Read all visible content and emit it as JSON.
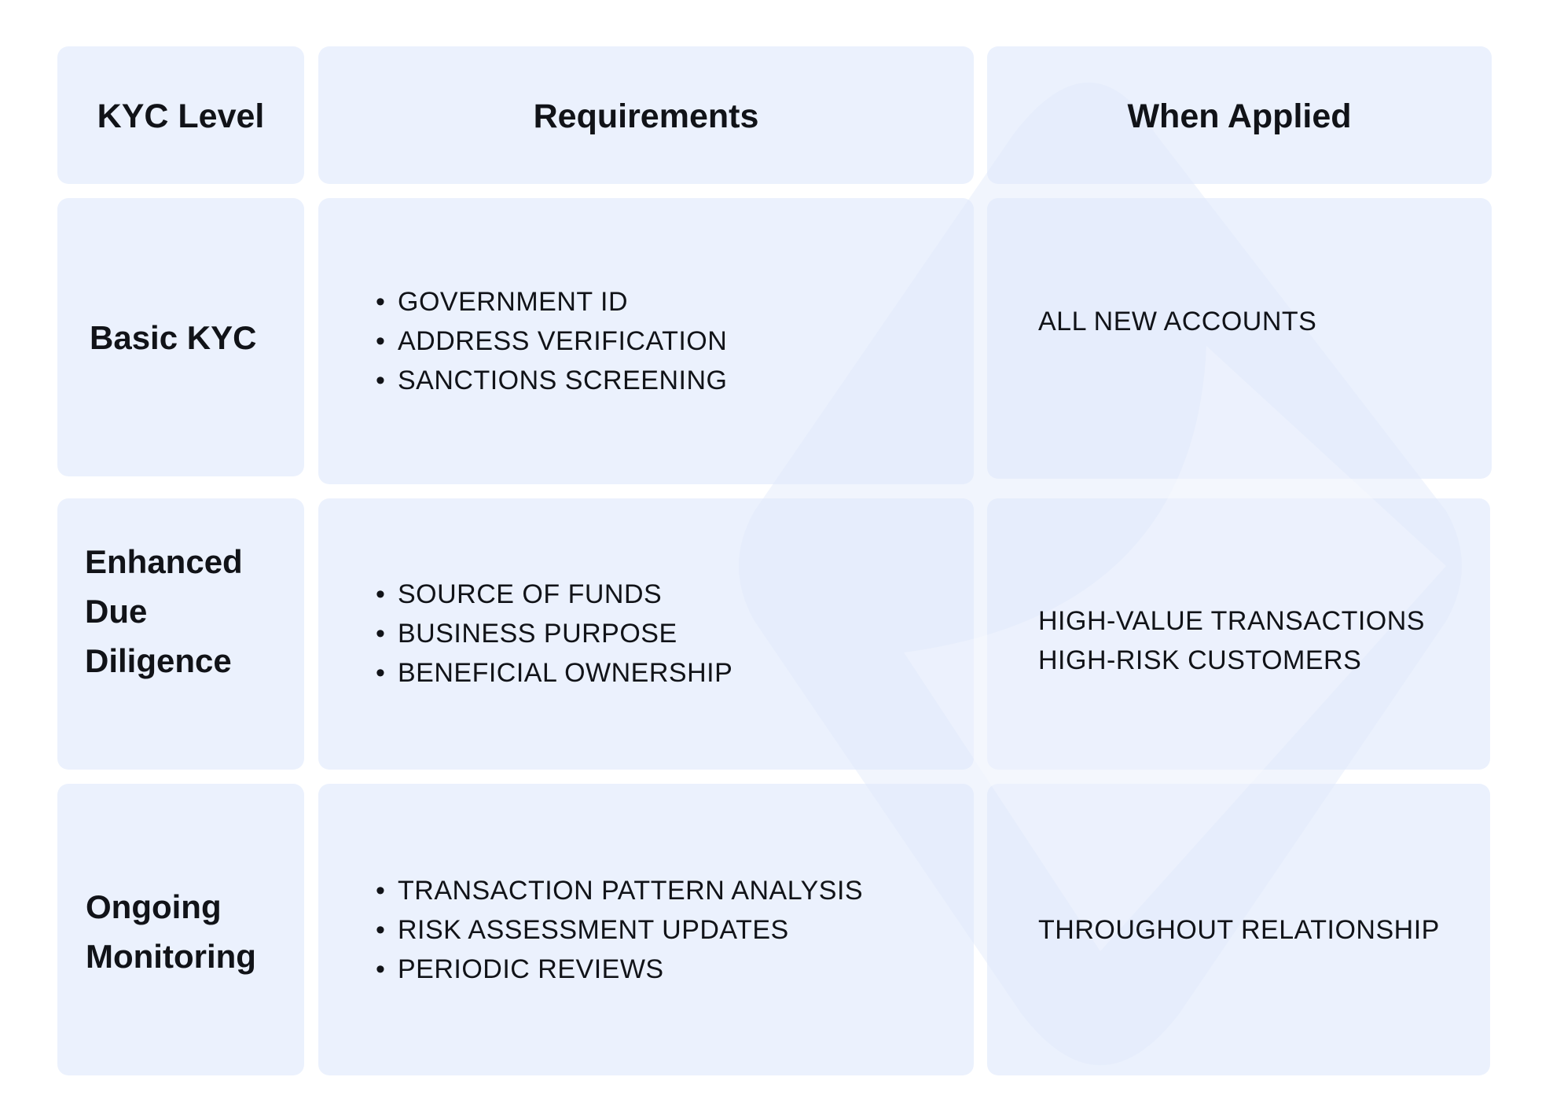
{
  "headers": {
    "level": "KYC Level",
    "requirements": "Requirements",
    "when": "When Applied"
  },
  "rows": [
    {
      "level": "Basic KYC",
      "requirements": [
        "GOVERNMENT ID",
        "ADDRESS VERIFICATION",
        "SANCTIONS SCREENING"
      ],
      "when": [
        "ALL NEW ACCOUNTS"
      ]
    },
    {
      "level_lines": [
        "Enhanced",
        "Due",
        "Diligence"
      ],
      "requirements": [
        "SOURCE OF FUNDS",
        "BUSINESS PURPOSE",
        "BENEFICIAL OWNERSHIP"
      ],
      "when": [
        "HIGH-VALUE TRANSACTIONS",
        "HIGH-RISK CUSTOMERS"
      ]
    },
    {
      "level_lines": [
        "Ongoing",
        "Monitoring"
      ],
      "requirements": [
        "TRANSACTION PATTERN ANALYSIS",
        "RISK ASSESSMENT UPDATES",
        "PERIODIC REVIEWS"
      ],
      "when": [
        "THROUGHOUT RELATIONSHIP"
      ]
    }
  ],
  "colors": {
    "cell": "#ebf1fd",
    "watermark": "#dfe8fb",
    "text": "#111318"
  }
}
